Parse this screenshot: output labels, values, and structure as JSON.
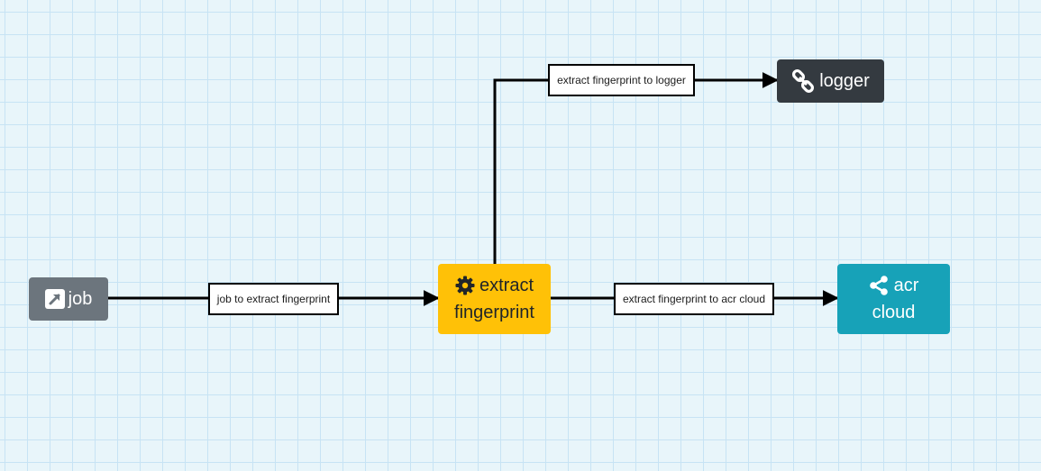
{
  "nodes": {
    "job": {
      "label": "job",
      "icon": "external-link-icon",
      "color": "#6c757d"
    },
    "extract": {
      "label_line1": "extract",
      "label_line2": "fingerprint",
      "icon": "gear-icon",
      "color": "#ffc107"
    },
    "logger": {
      "label": "logger",
      "icon": "link-icon",
      "color": "#343a40"
    },
    "acr": {
      "label_line1": "acr",
      "label_line2": "cloud",
      "icon": "share-icon",
      "color": "#17a2b8"
    }
  },
  "edges": {
    "job_to_extract": {
      "label": "job to extract fingerprint"
    },
    "extract_to_logger": {
      "label": "extract fingerprint to logger"
    },
    "extract_to_acr": {
      "label": "extract fingerprint to acr cloud"
    }
  }
}
